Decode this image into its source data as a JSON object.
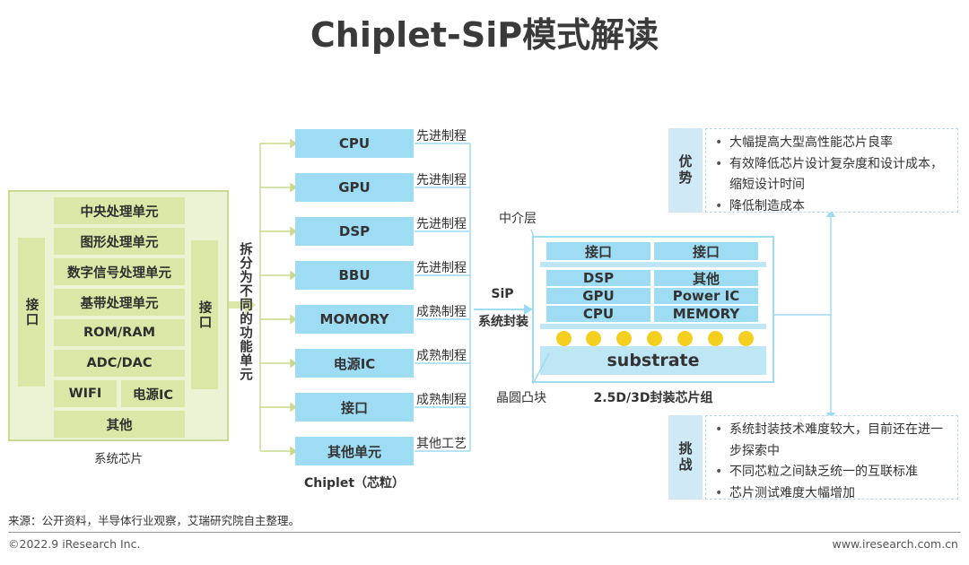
{
  "title": "Chiplet-SiP模式解读",
  "system_chip": {
    "units": [
      "中央处理单元",
      "图形处理单元",
      "数字信号处理单元",
      "基带处理单元",
      "ROM/RAM",
      "ADC/DAC"
    ],
    "bottom_left": "WIFI",
    "bottom_right": "电源IC",
    "last": "其他",
    "side_left": "接口",
    "side_right": "接口",
    "caption": "系统芯片"
  },
  "split_label": "拆分为不同的功能单元",
  "chiplets": [
    {
      "name": "CPU",
      "process": "先进制程"
    },
    {
      "name": "GPU",
      "process": "先进制程"
    },
    {
      "name": "DSP",
      "process": "先进制程"
    },
    {
      "name": "BBU",
      "process": "先进制程"
    },
    {
      "name": "MOMORY",
      "process": "成熟制程"
    },
    {
      "name": "电源IC",
      "process": "成熟制程"
    },
    {
      "name": "接口",
      "process": "成熟制程"
    },
    {
      "name": "其他单元",
      "process": "其他工艺"
    }
  ],
  "chiplet_caption": "Chiplet（芯粒）",
  "sip_arrow": {
    "line1": "SiP",
    "line2": "系统封装"
  },
  "sip": {
    "interposer_label": "中介层",
    "bump_label": "晶圆凸块",
    "top_left": "接口",
    "top_right": "接口",
    "rows": [
      [
        "DSP",
        "其他"
      ],
      [
        "GPU",
        "Power IC"
      ],
      [
        "CPU",
        "MEMORY"
      ]
    ],
    "substrate": "substrate",
    "caption": "2.5D/3D封装芯片组"
  },
  "advantages": {
    "tag": "优势",
    "items": [
      "大幅提高大型高性能芯片良率",
      "有效降低芯片设计复杂度和设计成本，缩短设计时间",
      "降低制造成本"
    ]
  },
  "challenges": {
    "tag": "挑战",
    "items": [
      "系统封装技术难度较大，目前还在进一步探索中",
      "不同芯粒之间缺乏统一的互联标准",
      "芯片测试难度大幅增加"
    ]
  },
  "footer": {
    "source": "来源：公开资料，半导体行业观察，艾瑞研究院自主整理。",
    "copyright": "©2022.9 iResearch Inc.",
    "website": "www.iresearch.com.cn"
  },
  "colors": {
    "green": "#d9e8a6",
    "blue": "#9ddcf2",
    "bump": "#f4cf1f"
  }
}
